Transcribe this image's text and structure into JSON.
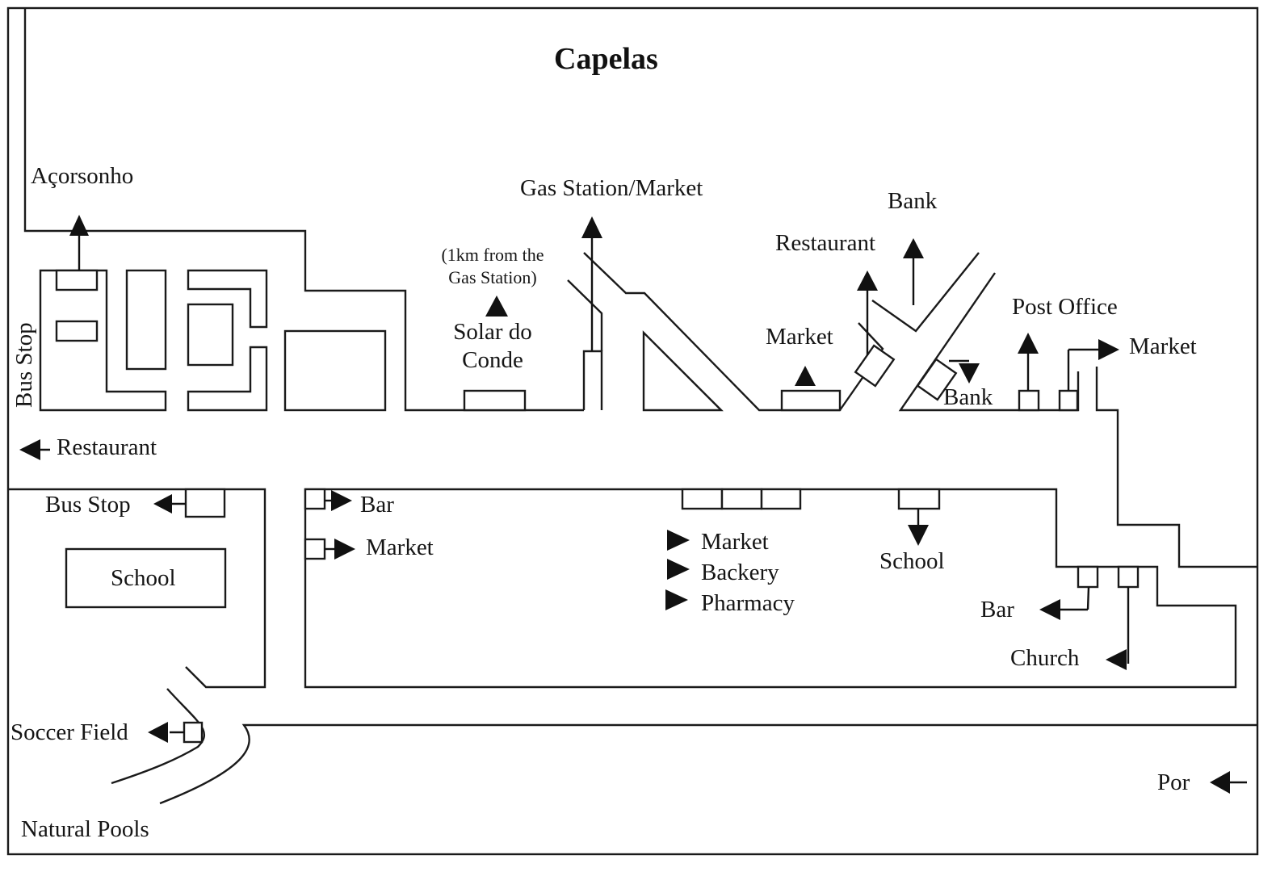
{
  "map": {
    "title": "Capelas",
    "labels": {
      "acorsonho": "Açorsonho",
      "bus_stop_vertical": "Bus Stop",
      "restaurant_west": "Restaurant",
      "gas_station_market": "Gas Station/Market",
      "solar_note_line1": "(1km from the",
      "solar_note_line2": "Gas Station)",
      "solar_line1": "Solar do",
      "solar_line2": "Conde",
      "bank_north": "Bank",
      "restaurant_north": "Restaurant",
      "market_north": "Market",
      "bank_south": "Bank",
      "post_office": "Post Office",
      "market_east": "Market",
      "bus_stop_south": "Bus Stop",
      "school_block": "School",
      "bar_west": "Bar",
      "market_west": "Market",
      "market_center": "Market",
      "bakery_center": "Backery",
      "pharmacy_center": "Pharmacy",
      "school_center": "School",
      "bar_east": "Bar",
      "church": "Church",
      "soccer_field": "Soccer Field",
      "natural_pools": "Natural Pools",
      "por": "Por"
    },
    "colors": {
      "ink": "#1a1a1a",
      "paper": "#ffffff"
    }
  }
}
